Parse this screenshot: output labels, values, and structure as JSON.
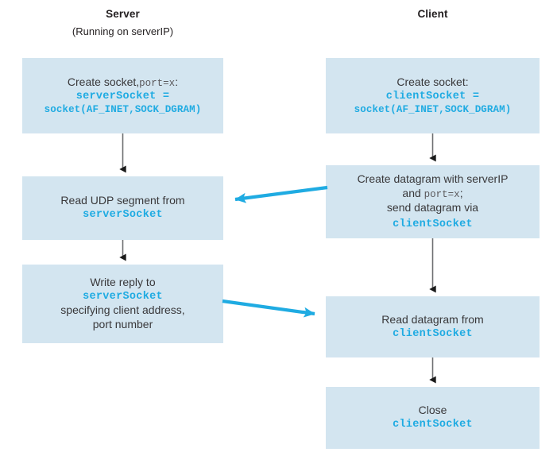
{
  "diagram": {
    "title": "UDP socket interaction between server and client",
    "type": "flow-diagram",
    "background_color": "#ffffff",
    "box_fill_color": "#d3e5f0",
    "code_text_color": "#1fabe2",
    "plain_text_color": "#39383a",
    "flow_arrow_color": "#1fabe2",
    "step_arrow_color": "#6d6e71"
  },
  "columns": {
    "server": {
      "title": "Server",
      "subtitle": "(Running on serverIP)"
    },
    "client": {
      "title": "Client",
      "subtitle": ""
    }
  },
  "server_steps": [
    {
      "id": "server-create-socket",
      "lines": [
        {
          "text": "Create socket, ",
          "style": "plain",
          "mono_tail": "port=x",
          "tail_suffix": ":"
        },
        {
          "text": "serverSocket =",
          "style": "code"
        },
        {
          "text": "socket(AF_INET,SOCK_DGRAM)",
          "style": "code-small"
        }
      ]
    },
    {
      "id": "server-read-udp",
      "lines": [
        {
          "text": "Read UDP segment from",
          "style": "plain"
        },
        {
          "text": "serverSocket",
          "style": "code"
        }
      ]
    },
    {
      "id": "server-write-reply",
      "lines": [
        {
          "text": "Write reply to",
          "style": "plain"
        },
        {
          "text": "serverSocket",
          "style": "code"
        },
        {
          "text": "specifying client address,",
          "style": "plain"
        },
        {
          "text": "port number",
          "style": "plain"
        }
      ]
    }
  ],
  "client_steps": [
    {
      "id": "client-create-socket",
      "lines": [
        {
          "text": "Create socket:",
          "style": "plain"
        },
        {
          "text": "clientSocket =",
          "style": "code"
        },
        {
          "text": "socket(AF_INET,SOCK_DGRAM)",
          "style": "code-small"
        }
      ]
    },
    {
      "id": "client-create-datagram",
      "lines": [
        {
          "text": "Create datagram with serverIP",
          "style": "plain"
        },
        {
          "text": "and ",
          "style": "plain",
          "mono_tail": "port=x",
          "tail_suffix": ";"
        },
        {
          "text": "send datagram via",
          "style": "plain"
        },
        {
          "text": "clientSocket",
          "style": "code"
        }
      ]
    },
    {
      "id": "client-read-datagram",
      "lines": [
        {
          "text": "Read datagram from",
          "style": "plain"
        },
        {
          "text": "clientSocket",
          "style": "code"
        }
      ]
    },
    {
      "id": "client-close",
      "lines": [
        {
          "text": "Close",
          "style": "plain"
        },
        {
          "text": "clientSocket",
          "style": "code"
        }
      ]
    }
  ],
  "message_arrows": [
    {
      "id": "datagram-to-server",
      "direction": "client-to-server",
      "label": ""
    },
    {
      "id": "reply-to-client",
      "direction": "server-to-client",
      "label": ""
    }
  ],
  "text": {
    "server_title": "Server",
    "server_subtitle": "(Running on serverIP)",
    "client_title": "Client",
    "s1_l1a": "Create socket,",
    "s1_l1b": "port=x",
    "s1_l1c": ":",
    "s1_l2": "serverSocket =",
    "s1_l3": "socket(AF_INET,SOCK_DGRAM)",
    "s2_l1": "Read UDP segment from",
    "s2_l2": "serverSocket",
    "s3_l1": "Write reply to",
    "s3_l2": "serverSocket",
    "s3_l3": "specifying client address,",
    "s3_l4": "port number",
    "c1_l1": "Create socket:",
    "c1_l2": "clientSocket =",
    "c1_l3": "socket(AF_INET,SOCK_DGRAM)",
    "c2_l1": "Create datagram with serverIP",
    "c2_l2a": "and",
    "c2_l2b": "port=x",
    "c2_l2c": ";",
    "c2_l3": "send datagram via",
    "c2_l4": "clientSocket",
    "c3_l1": "Read datagram from",
    "c3_l2": "clientSocket",
    "c4_l1": "Close",
    "c4_l2": "clientSocket"
  }
}
